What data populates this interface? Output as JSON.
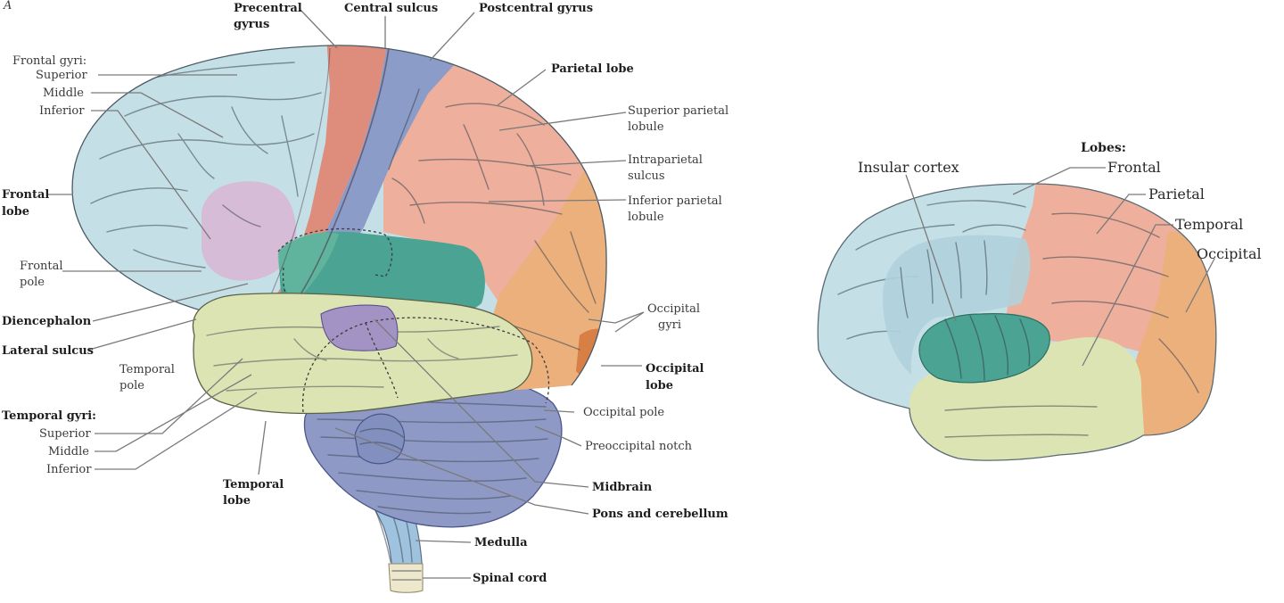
{
  "panel_letter": "A",
  "left_labels": {
    "precentral_1": "Precentral",
    "precentral_2": "gyrus",
    "central_sulcus": "Central sulcus",
    "postcentral_gyrus": "Postcentral gyrus",
    "frontal_gyri": "Frontal gyri:",
    "superior": "Superior",
    "middle": "Middle",
    "inferior": "Inferior",
    "parietal_lobe": "Parietal lobe",
    "sup_parietal_1": "Superior parietal",
    "sup_parietal_2": "lobule",
    "intraparietal_1": "Intraparietal",
    "intraparietal_2": "sulcus",
    "inf_parietal_1": "Inferior parietal",
    "inf_parietal_2": "lobule",
    "frontal_lobe_1": "Frontal",
    "frontal_lobe_2": "lobe",
    "frontal_pole_1": "Frontal",
    "frontal_pole_2": "pole",
    "diencephalon": "Diencephalon",
    "lateral_sulcus": "Lateral sulcus",
    "temporal_pole_1": "Temporal",
    "temporal_pole_2": "pole",
    "temporal_gyri": "Temporal gyri:",
    "t_superior": "Superior",
    "t_middle": "Middle",
    "t_inferior": "Inferior",
    "temporal_lobe_1": "Temporal",
    "temporal_lobe_2": "lobe",
    "occipital_gyri_1": "Occipital",
    "occipital_gyri_2": "gyri",
    "occipital_lobe_1": "Occipital",
    "occipital_lobe_2": "lobe",
    "occipital_pole": "Occipital pole",
    "preoccipital_notch": "Preoccipital notch",
    "midbrain": "Midbrain",
    "pons_cerebellum": "Pons and cerebellum",
    "medulla": "Medulla",
    "spinal_cord": "Spinal cord"
  },
  "right_labels": {
    "lobes_heading": "Lobes:",
    "frontal": "Frontal",
    "parietal": "Parietal",
    "temporal": "Temporal",
    "occipital": "Occipital",
    "insular_cortex": "Insular cortex"
  },
  "colors": {
    "frontal": "#c4e0e6",
    "precentral": "#de8c7c",
    "postcentral": "#8b9cc8",
    "parietal": "#eeaf9c",
    "occipital": "#ecb07c",
    "temporal": "#dde4b4",
    "cerebellum": "#8e99c6",
    "brainstem": "#9fc3df",
    "insula": "#4aa393",
    "diencephalon": "#a393c5",
    "frontal_pole_patch": "#d6bcd6",
    "occipital_gyri_patch": "#d77f45",
    "spinal_cord": "#ede7cc"
  }
}
